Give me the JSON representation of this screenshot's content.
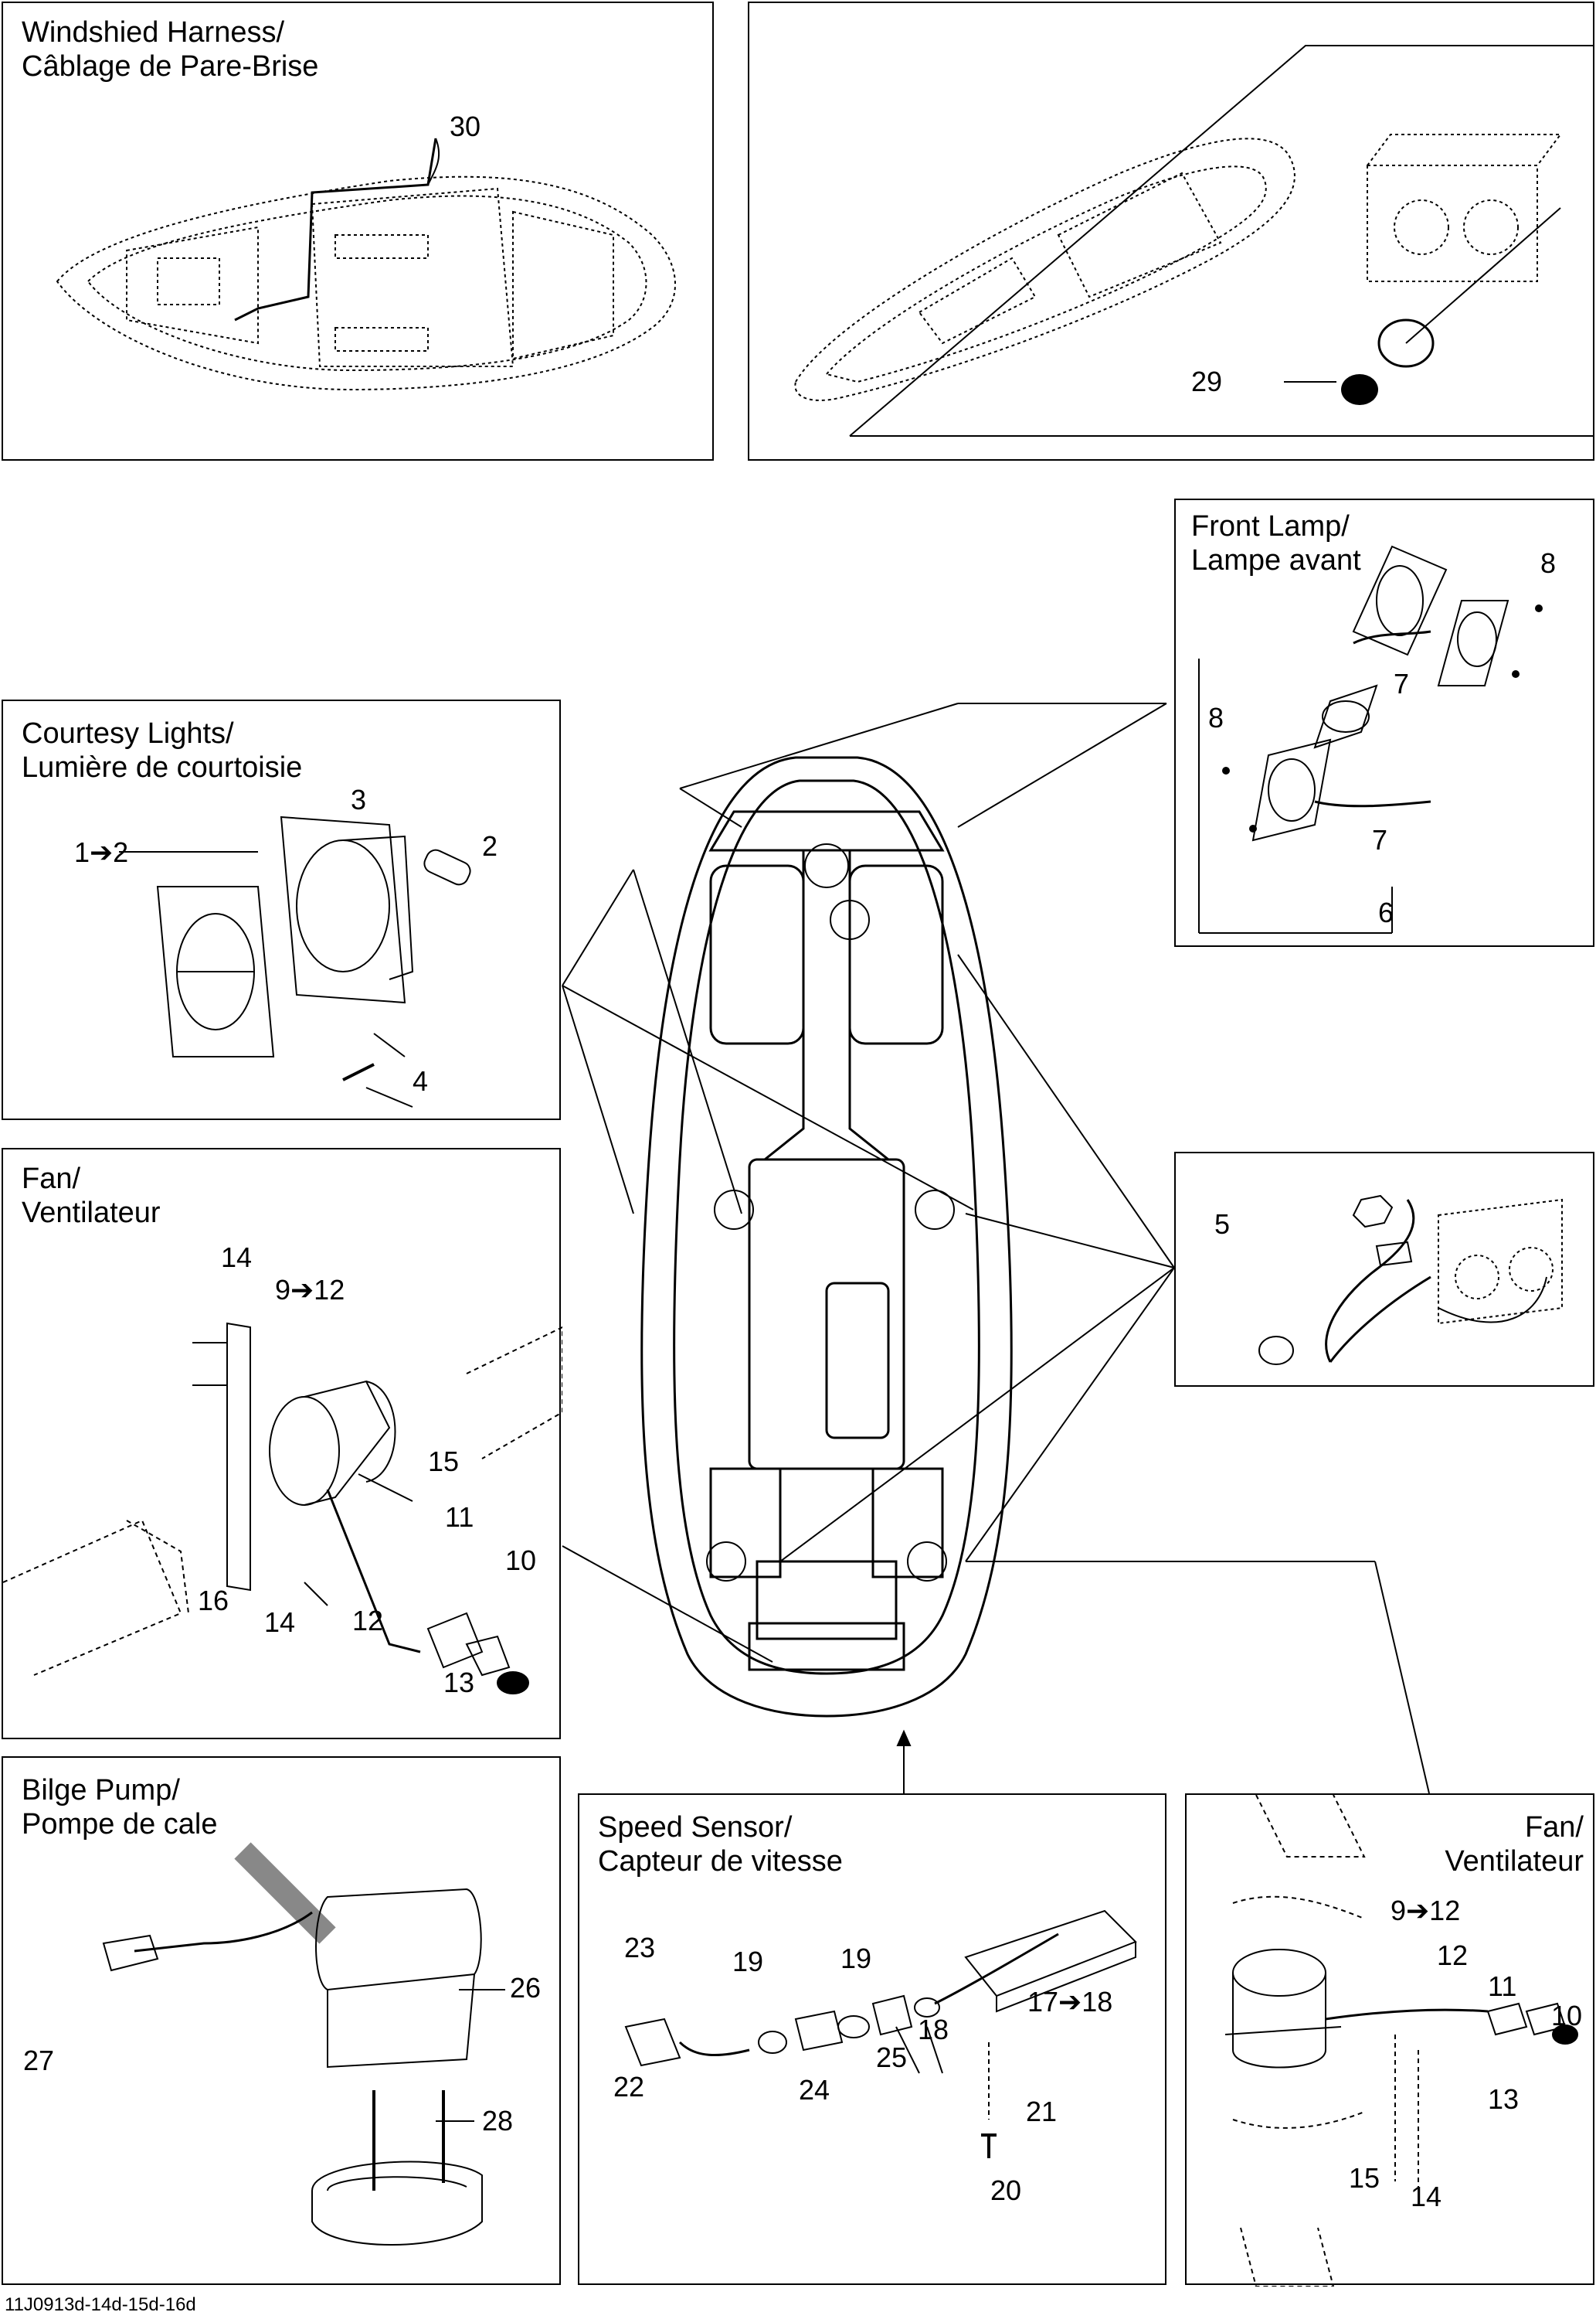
{
  "footer_code": "11J0913d-14d-15d-16d",
  "panels": {
    "windshield": {
      "title1": "Windshied Harness/",
      "title2": "Câblage de Pare-Brise",
      "callouts": [
        "30"
      ]
    },
    "front_detail": {
      "callouts": [
        "29"
      ]
    },
    "front_lamp": {
      "title1": "Front Lamp/",
      "title2": "Lampe avant",
      "callouts": [
        "8",
        "7",
        "8",
        "7",
        "6"
      ]
    },
    "courtesy": {
      "title1": "Courtesy Lights/",
      "title2": "Lumière de courtoisie",
      "callouts": [
        "1➔2",
        "3",
        "2",
        "4"
      ]
    },
    "fan_left": {
      "title1": "Fan/",
      "title2": "Ventilateur",
      "callouts": [
        "14",
        "9➔12",
        "15",
        "11",
        "10",
        "16",
        "14",
        "12",
        "13"
      ]
    },
    "switch": {
      "callouts": [
        "5"
      ]
    },
    "bilge": {
      "title1": "Bilge Pump/",
      "title2": "Pompe de cale",
      "callouts": [
        "26",
        "27",
        "28"
      ]
    },
    "speed": {
      "title1": "Speed Sensor/",
      "title2": "Capteur de vitesse",
      "callouts": [
        "23",
        "19",
        "19",
        "18",
        "17➔18",
        "22",
        "24",
        "25",
        "21",
        "20"
      ]
    },
    "fan_right": {
      "title1": "Fan/",
      "title2": "Ventilateur",
      "callouts": [
        "9➔12",
        "12",
        "11",
        "10",
        "13",
        "15",
        "14"
      ]
    }
  }
}
